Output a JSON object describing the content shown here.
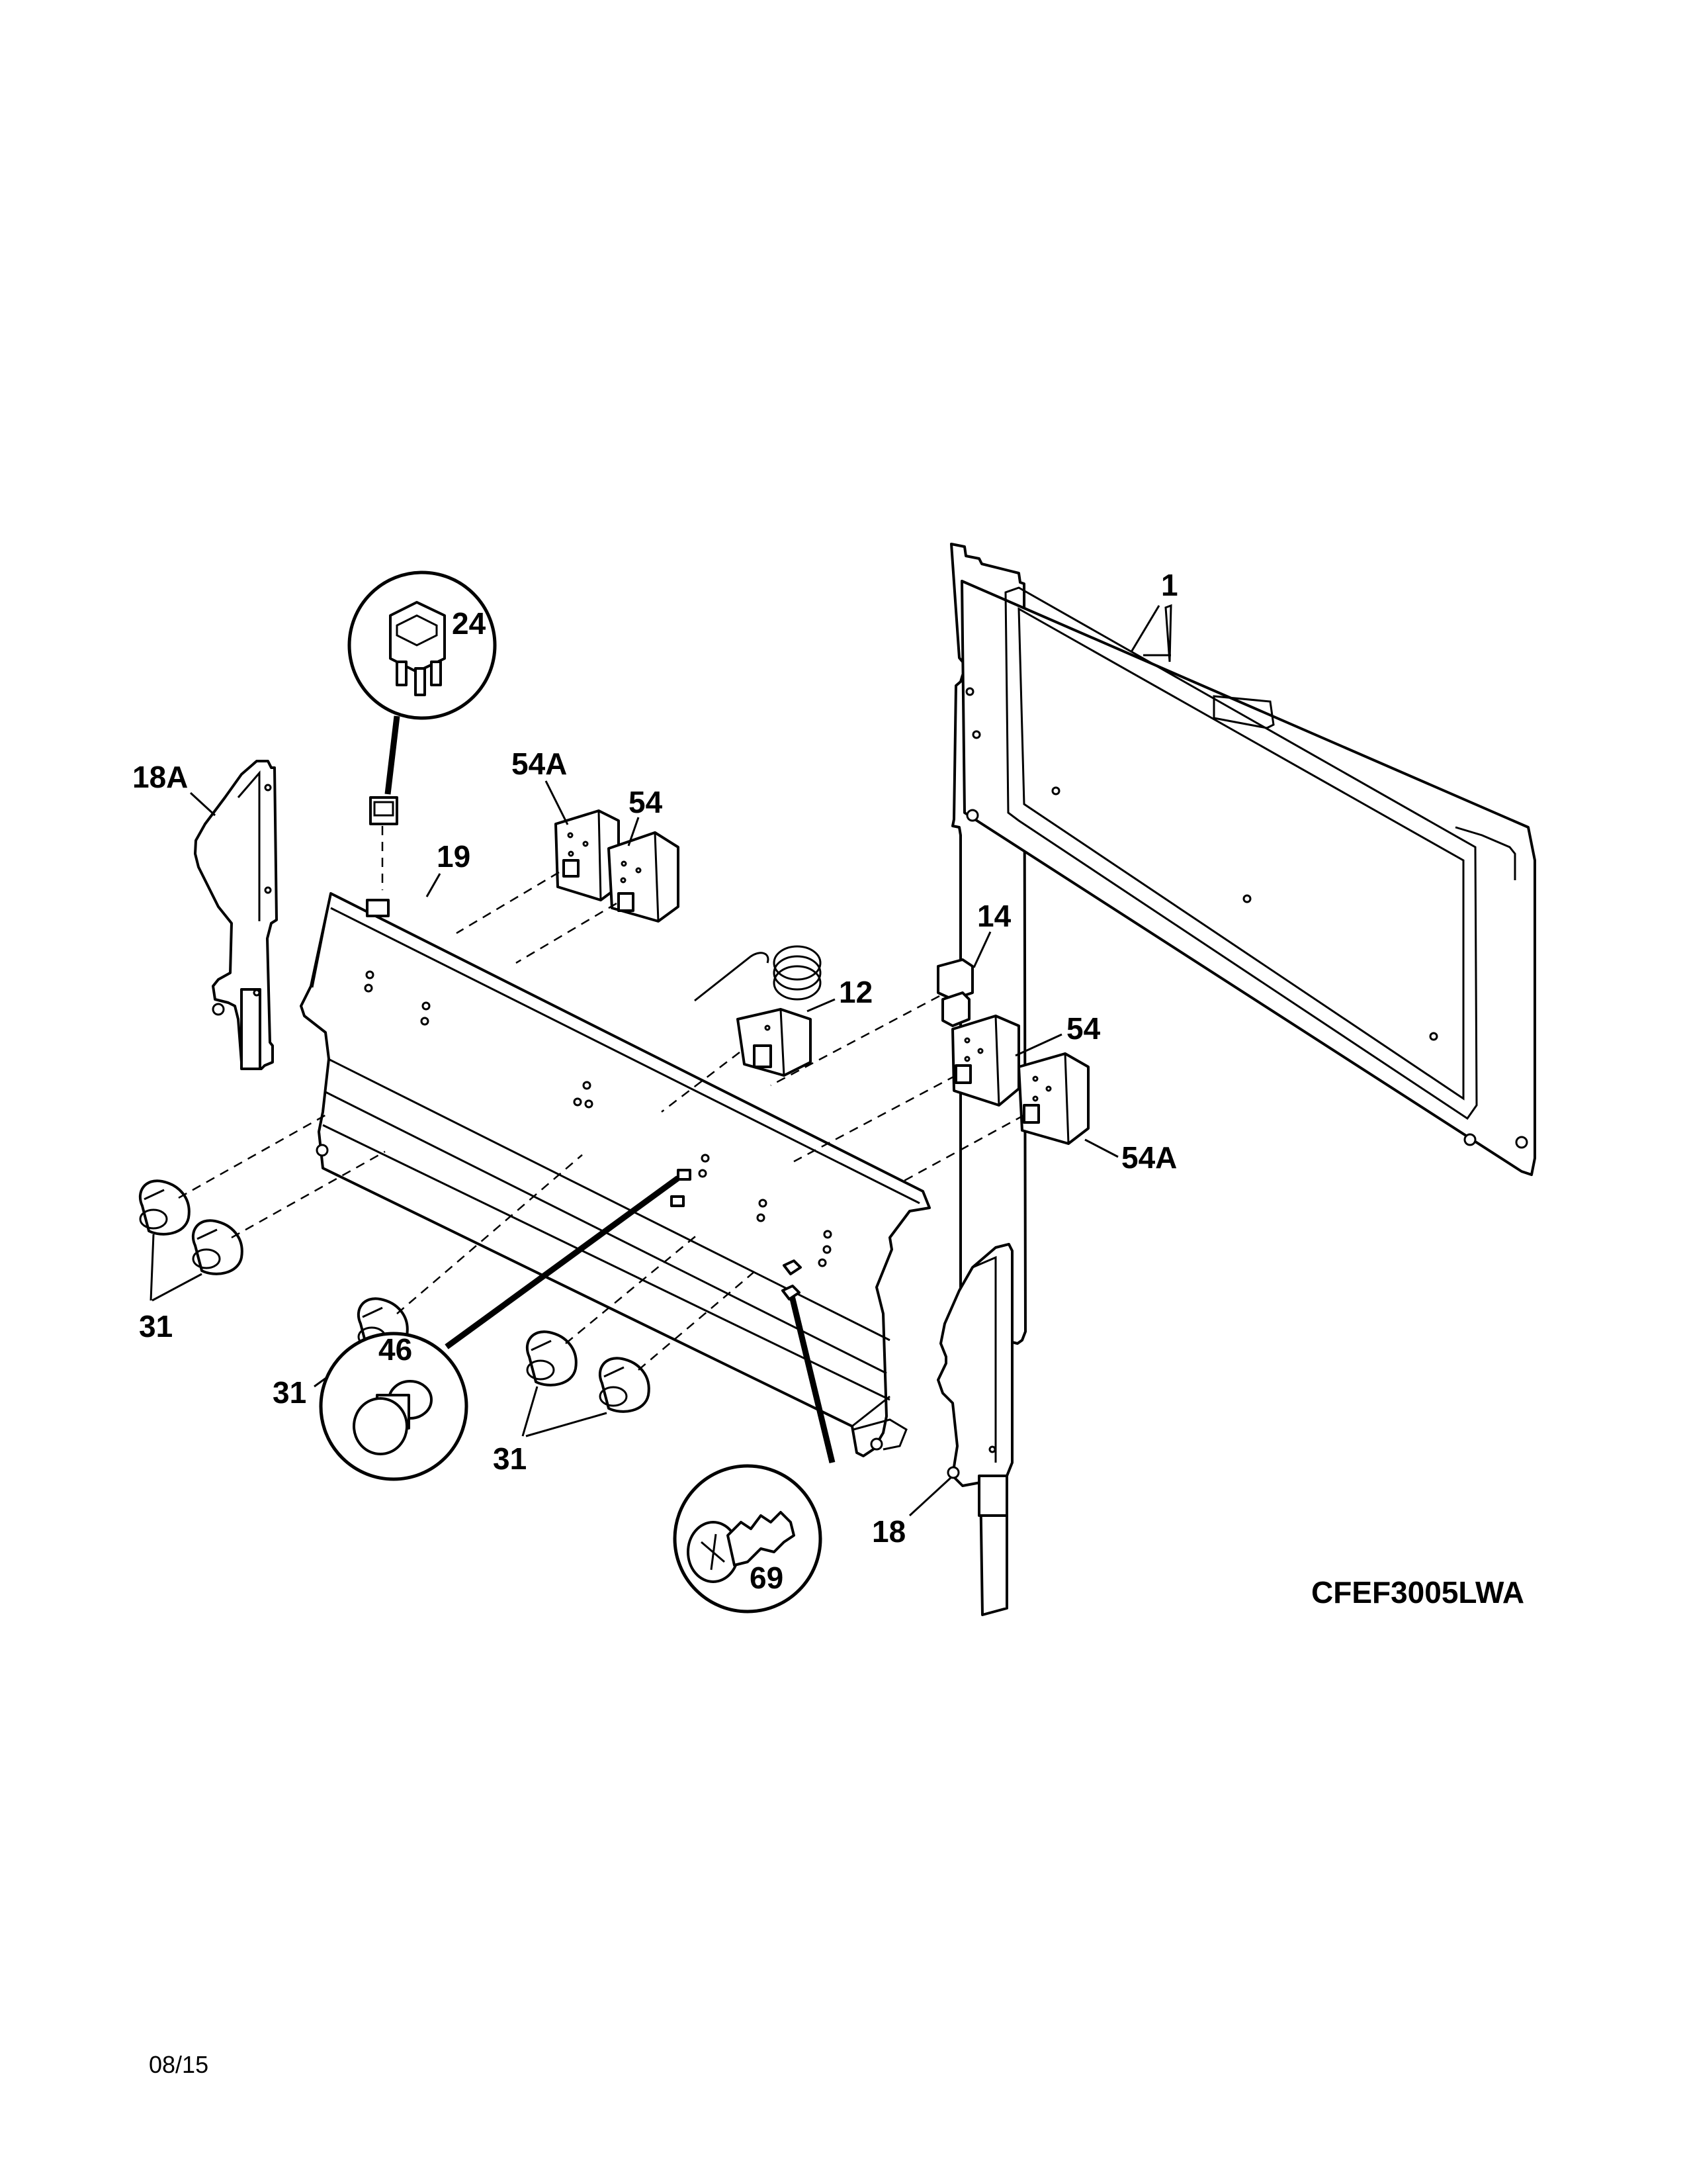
{
  "diagram": {
    "model_number": "CFEF3005LWA",
    "date_code": "08/15",
    "callouts": {
      "p1": "1",
      "p12": "12",
      "p14": "14",
      "p18": "18",
      "p18a": "18A",
      "p19": "19",
      "p24": "24",
      "p31_left": "31",
      "p31_mid": "31",
      "p31_right": "31",
      "p46": "46",
      "p54_top": "54",
      "p54_right": "54",
      "p54a_top": "54A",
      "p54a_right": "54A",
      "p69": "69"
    }
  }
}
